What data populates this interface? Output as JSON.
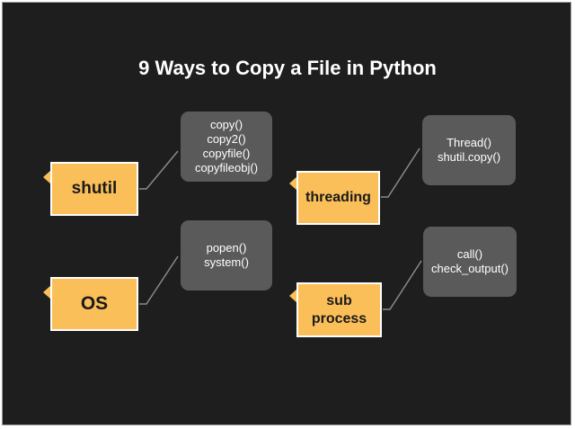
{
  "title": "9 Ways to Copy a File in Python",
  "groups": [
    {
      "label": "shutil",
      "items": [
        "copy()",
        "copy2()",
        "copyfile()",
        "copyfileobj()"
      ]
    },
    {
      "label": "OS",
      "items": [
        "popen()",
        "system()"
      ]
    },
    {
      "label": "threading",
      "items": [
        "Thread()",
        "shutil.copy()"
      ]
    },
    {
      "label_lines": [
        "sub",
        "process"
      ],
      "items": [
        "call()",
        "check_output()"
      ]
    }
  ],
  "colors": {
    "background": "#1e1e1e",
    "node_fill": "#fbbf5a",
    "box_fill": "#5a5a5a",
    "connector": "#8a8a8a"
  }
}
